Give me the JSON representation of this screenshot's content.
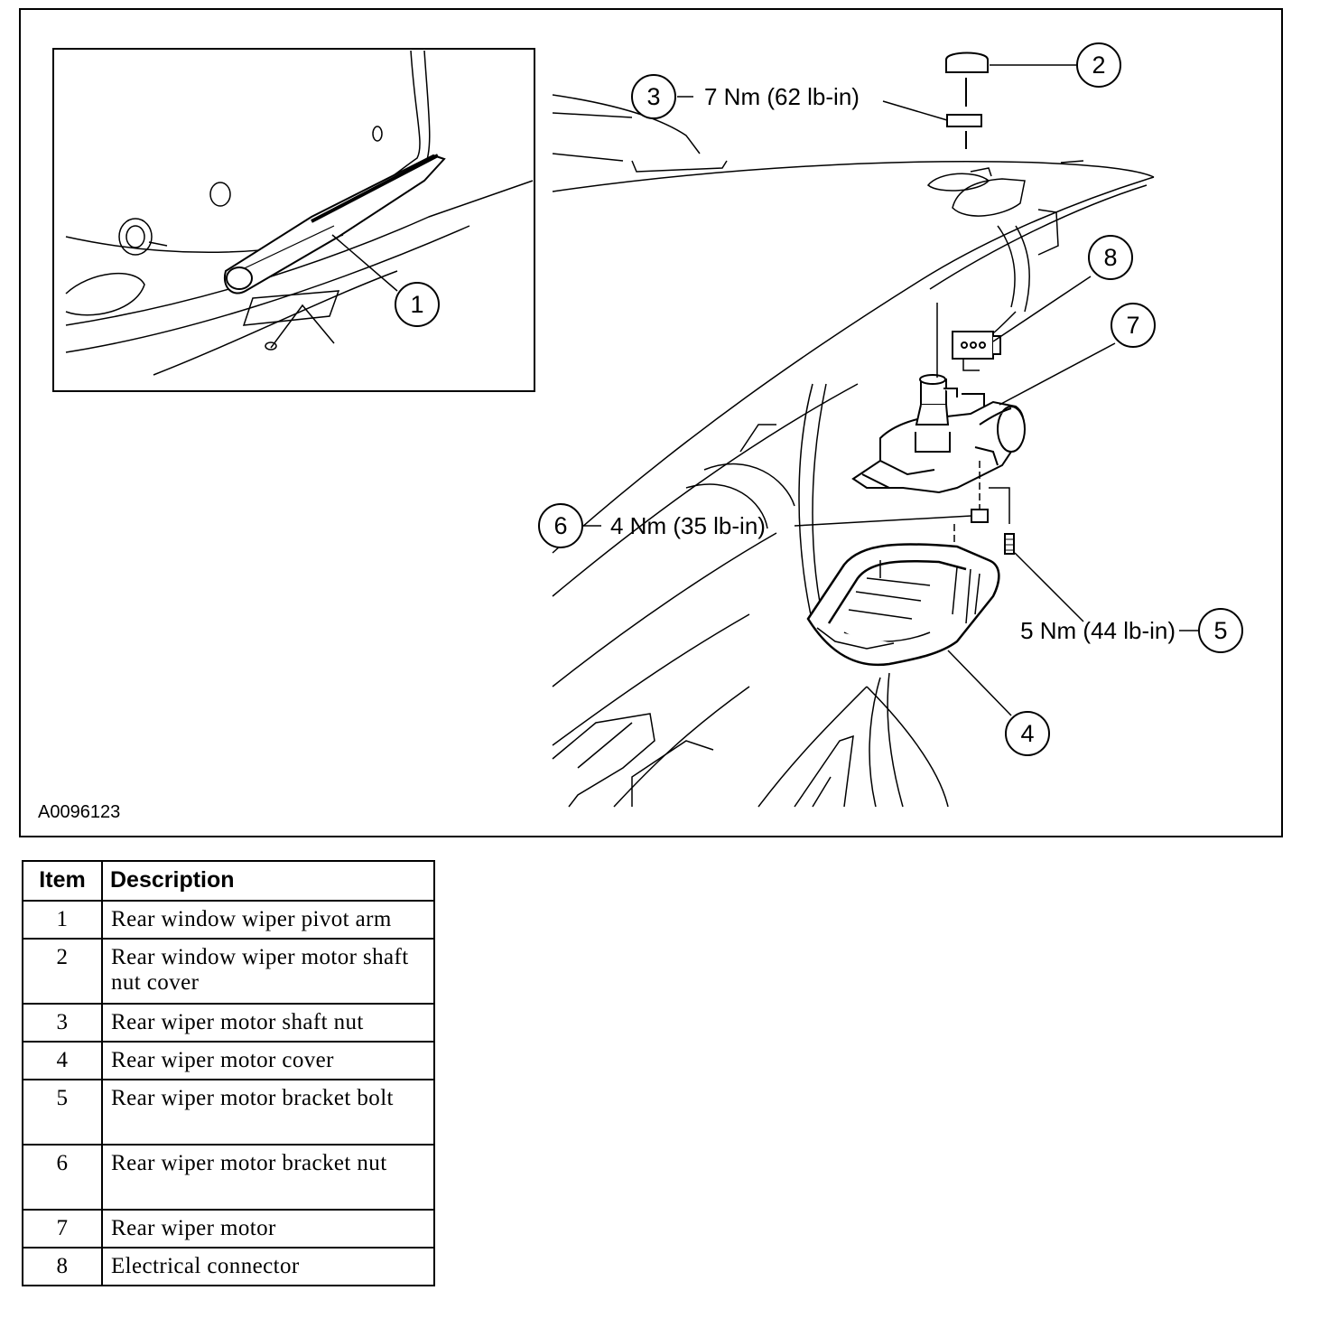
{
  "figure": {
    "figure_id": "A0096123",
    "callouts": [
      {
        "number": "1"
      },
      {
        "number": "2"
      },
      {
        "number": "3"
      },
      {
        "number": "4"
      },
      {
        "number": "5"
      },
      {
        "number": "6"
      },
      {
        "number": "7"
      },
      {
        "number": "8"
      }
    ],
    "torques": {
      "nut_3": "7 Nm (62 lb-in)",
      "nut_6": "4 Nm (35 lb-in)",
      "bolt_5": "5 Nm (44 lb-in)"
    }
  },
  "legend": {
    "headers": [
      "Item",
      "Description"
    ],
    "rows": [
      {
        "item": "1",
        "description": "Rear window wiper pivot arm"
      },
      {
        "item": "2",
        "description": "Rear window wiper motor shaft nut cover"
      },
      {
        "item": "3",
        "description": "Rear wiper motor shaft nut"
      },
      {
        "item": "4",
        "description": "Rear wiper motor cover"
      },
      {
        "item": "5",
        "description": "Rear wiper motor bracket bolt"
      },
      {
        "item": "6",
        "description": "Rear wiper motor bracket nut"
      },
      {
        "item": "7",
        "description": "Rear wiper motor"
      },
      {
        "item": "8",
        "description": "Electrical connector"
      }
    ]
  }
}
